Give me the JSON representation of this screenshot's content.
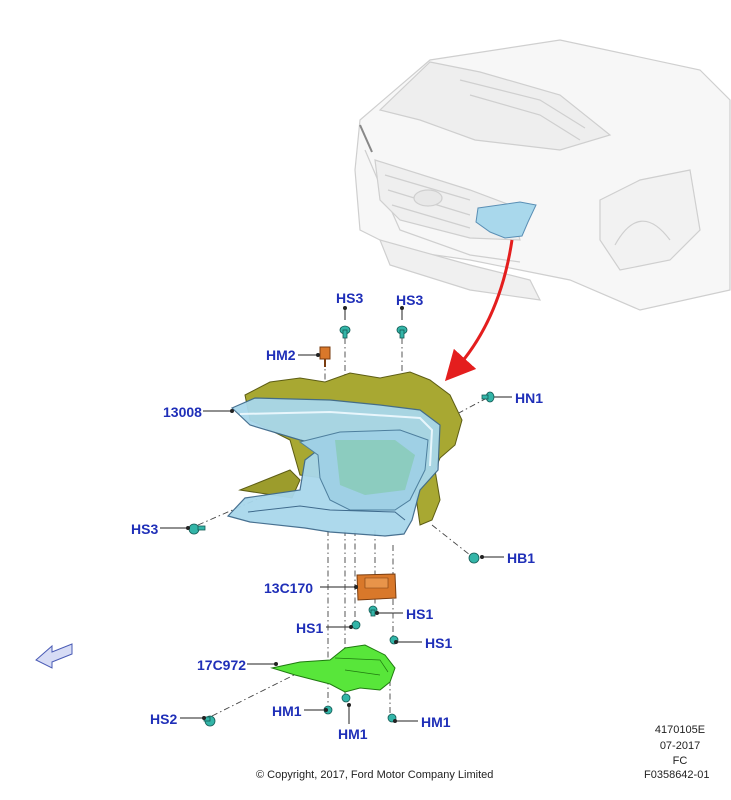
{
  "callouts": {
    "hs3_top_left": "HS3",
    "hs3_top_right": "HS3",
    "hm2": "HM2",
    "hn1": "HN1",
    "p13008": "13008",
    "hs3_left": "HS3",
    "hb1": "HB1",
    "p13c170": "13C170",
    "hs1_right_a": "HS1",
    "hs1_left": "HS1",
    "hs1_right_b": "HS1",
    "p17c972": "17C972",
    "hs2": "HS2",
    "hm1_left": "HM1",
    "hm1_bottom": "HM1",
    "hm1_right": "HM1"
  },
  "footer": {
    "ref_number": "4170105E",
    "date": "07-2017",
    "code": "FC",
    "copyright": "© Copyright, 2017, Ford Motor Company Limited",
    "figure_id": "F0358642-01"
  },
  "colors": {
    "callout_text": "#1f2fb8",
    "headlamp_lens": "#a9d8ec",
    "headlamp_housing": "#a8a832",
    "bracket_green": "#58e63a",
    "module_orange": "#d9782a",
    "fastener_teal": "#33b5a8",
    "arrow_red": "#e41e1e"
  },
  "icons": [
    "truck-front-illustration",
    "headlamp-assembly",
    "control-module",
    "mounting-bracket",
    "direction-arrow-icon",
    "fastener-icon"
  ]
}
